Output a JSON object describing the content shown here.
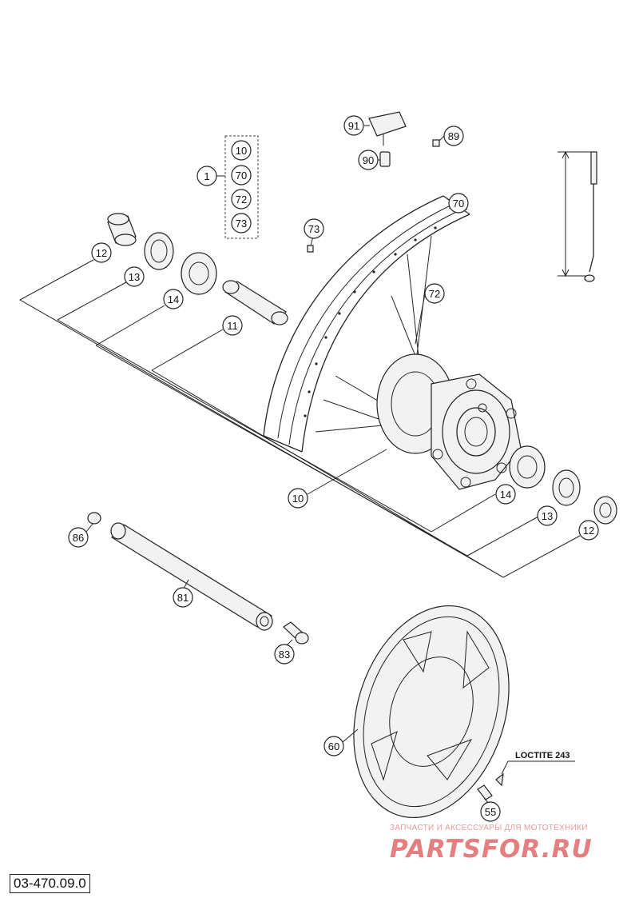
{
  "callouts": {
    "c91": "91",
    "c89": "89",
    "c90": "90",
    "c10a": "10",
    "c70a": "70",
    "c72a": "72",
    "c73a": "73",
    "c1": "1",
    "c70b": "70",
    "c73b": "73",
    "c72b": "72",
    "c12a": "12",
    "c13a": "13",
    "c14a": "14",
    "c11": "11",
    "c10b": "10",
    "c14b": "14",
    "c13b": "13",
    "c12b": "12",
    "c86": "86",
    "c81": "81",
    "c83": "83",
    "c60": "60",
    "c55": "55"
  },
  "note": "LOCTITE 243",
  "doc_number": "03-470.09.0",
  "watermark": {
    "tagline": "ЗАПЧАСТИ И АКСЕССУАРЫ ДЛЯ МОТОТЕХНИКИ",
    "logo": "PARTSFOR.RU"
  }
}
